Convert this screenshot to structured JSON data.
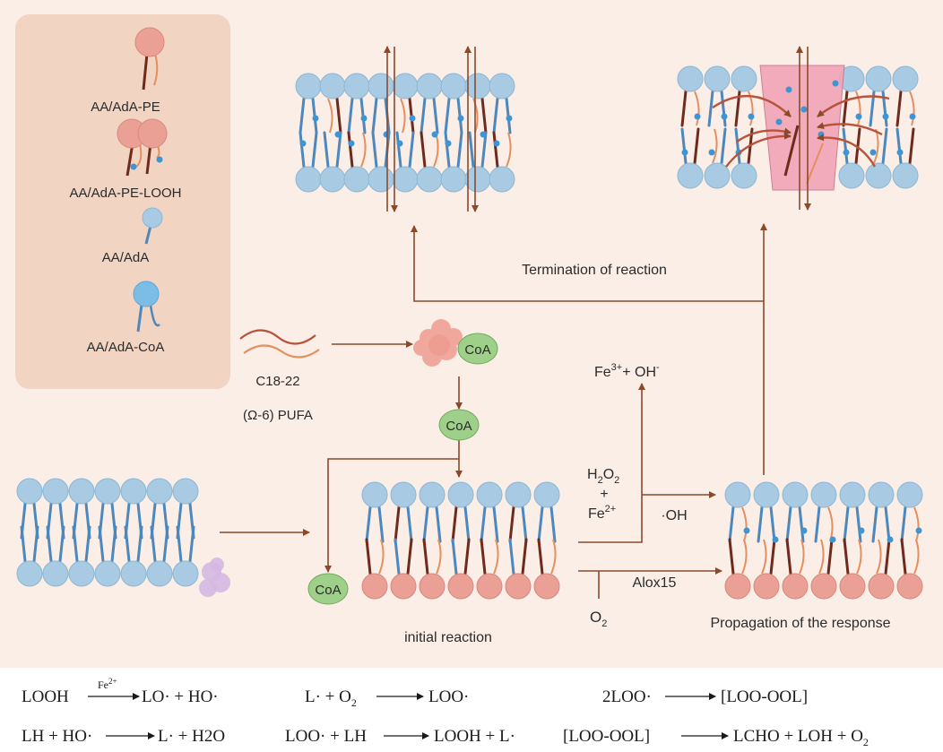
{
  "legend": {
    "pe": "AA/AdA-PE",
    "pe_looh": "AA/AdA-PE-LOOH",
    "aa": "AA/AdA",
    "coa": "AA/AdA-CoA"
  },
  "labels": {
    "termination": "Termination of reaction",
    "c18": "C18-22",
    "pufa": "(Ω-6) PUFA",
    "coa": "CoA",
    "fe3_base": "Fe",
    "fe3_sup": "3+",
    "oh_base": "+ OH",
    "oh_sup": "-",
    "h2o2_h": "H",
    "h2o2_2a": "2",
    "h2o2_o": "O",
    "h2o2_2b": "2",
    "plus": "+",
    "fe2_base": "Fe",
    "fe2_sup": "2+",
    "oh_radical": "·OH",
    "alox": "Alox15",
    "o2_o": "O",
    "o2_2": "2",
    "initial": "initial reaction",
    "propagation": "Propagation of the response"
  },
  "equations": {
    "e1_left": "LOOH",
    "e1_cat": "Fe",
    "e1_cat_sup": "2+",
    "e1_right": "LO· + HO·",
    "e2_left": "L· + O",
    "e2_left_sub": "2",
    "e2_right": "LOO·",
    "e3_left": "2LOO·",
    "e3_right": "[LOO-OOL]",
    "e4_left": "LH + HO·",
    "e4_right": "L· + H2O",
    "e5_left": "LOO· + LH",
    "e5_right": "LOOH + L·",
    "e6_left": "[LOO-OOL]",
    "e6_right": "LCHO + LOH + O",
    "e6_right_sub": "2"
  },
  "colors": {
    "background": "#fbeee6",
    "legend_box": "#f1d4c2",
    "head_blue": "#a8cbe3",
    "head_pink": "#eba096",
    "tail_blue": "#4c87bd",
    "tail_dark": "#6e2a1c",
    "tail_orange": "#e38f5f",
    "arrow": "#8a4a2a",
    "coa": "#9ed08a",
    "channel": "#f2a4b6"
  }
}
